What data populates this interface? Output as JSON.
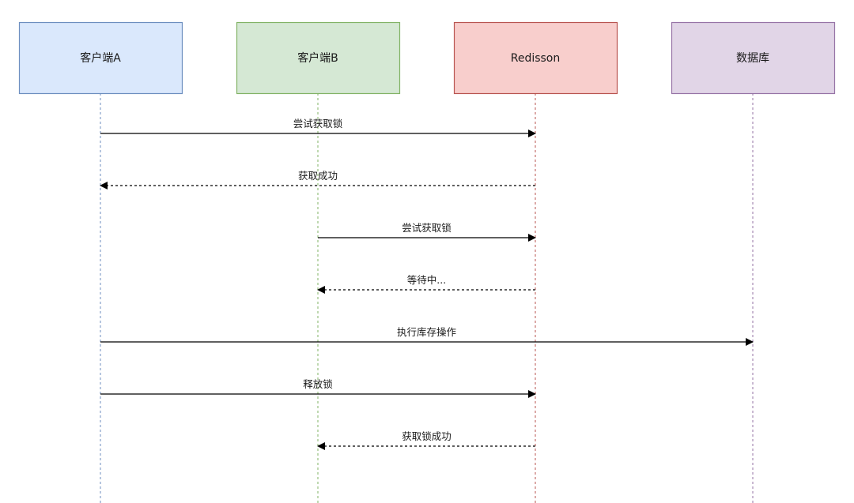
{
  "diagram": {
    "type": "sequence",
    "actors": [
      {
        "id": "clientA",
        "label": "客户端A",
        "fill": "#dae8fc",
        "stroke": "#6c8ebf",
        "lifeline": "#6c8ebf"
      },
      {
        "id": "clientB",
        "label": "客户端B",
        "fill": "#d5e8d4",
        "stroke": "#82b366",
        "lifeline": "#82b366"
      },
      {
        "id": "redisson",
        "label": "Redisson",
        "fill": "#f8cecc",
        "stroke": "#b85450",
        "lifeline": "#b85450"
      },
      {
        "id": "db",
        "label": "数据库",
        "fill": "#e1d5e7",
        "stroke": "#9673a6",
        "lifeline": "#9673a6"
      }
    ],
    "messages": [
      {
        "from": "clientA",
        "to": "redisson",
        "label": "尝试获取锁",
        "style": "solid"
      },
      {
        "from": "redisson",
        "to": "clientA",
        "label": "获取成功",
        "style": "dashed"
      },
      {
        "from": "clientB",
        "to": "redisson",
        "label": "尝试获取锁",
        "style": "solid"
      },
      {
        "from": "redisson",
        "to": "clientB",
        "label": "等待中...",
        "style": "dashed"
      },
      {
        "from": "clientA",
        "to": "db",
        "label": "执行库存操作",
        "style": "solid"
      },
      {
        "from": "clientA",
        "to": "redisson",
        "label": "释放锁",
        "style": "solid"
      },
      {
        "from": "redisson",
        "to": "clientB",
        "label": "获取锁成功",
        "style": "dashed"
      }
    ]
  }
}
